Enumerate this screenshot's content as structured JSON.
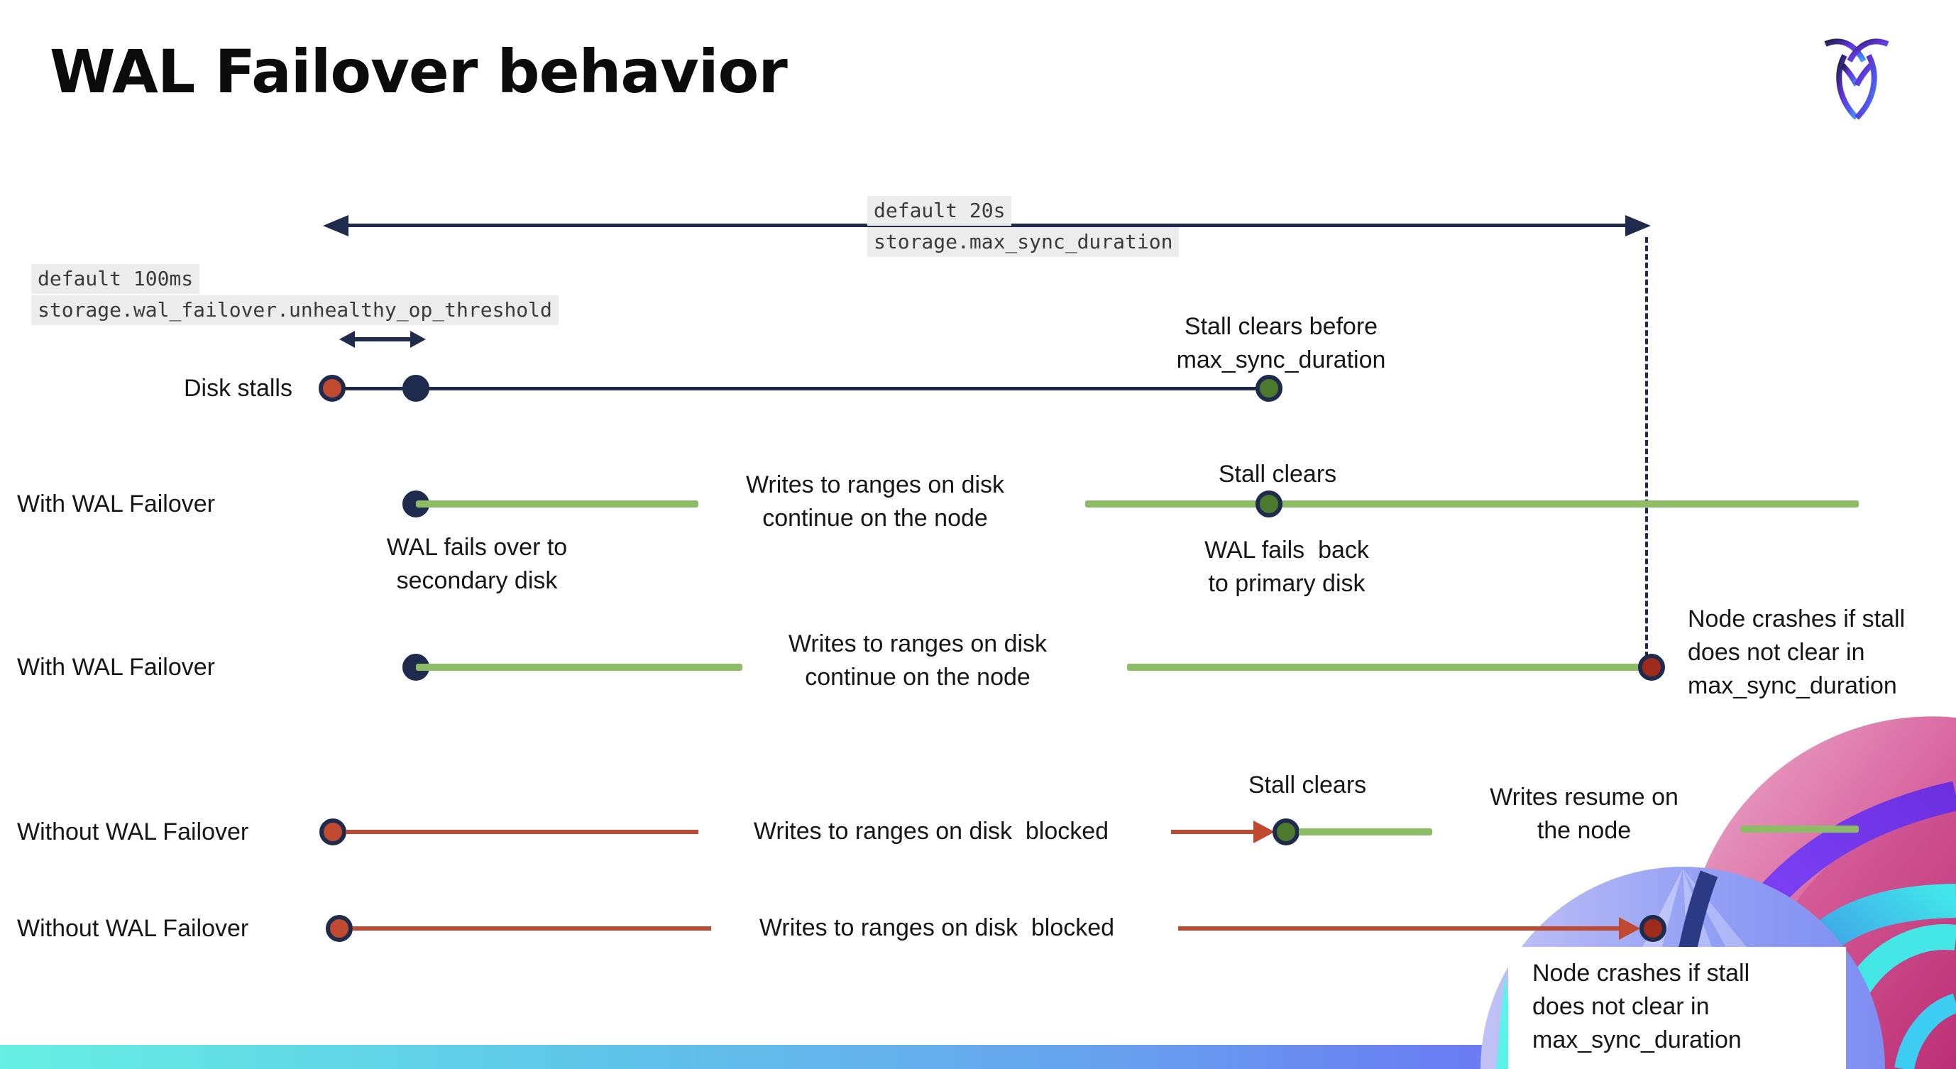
{
  "page": {
    "title": "WAL Failover behavior"
  },
  "settings": {
    "max_sync": {
      "default_label": "default 20s",
      "name": "storage.max_sync_duration"
    },
    "unhealthy_op": {
      "default_label": "default 100ms",
      "name": "storage.wal_failover.unhealthy_op_threshold"
    }
  },
  "rows": [
    {
      "label": "Disk stalls"
    },
    {
      "label": "With WAL Failover"
    },
    {
      "label": "With WAL Failover"
    },
    {
      "label": "Without WAL Failover"
    },
    {
      "label": "Without WAL Failover"
    }
  ],
  "notes": {
    "stall_clears_before": "Stall clears before\nmax_sync_duration",
    "stall_clears": "Stall clears",
    "stall_clears_2": "Stall clears",
    "wal_fails_over": "WAL fails over to\nsecondary disk",
    "wal_fails_back": "WAL fails  back\nto primary disk",
    "writes_continue_1": "Writes to ranges on disk\ncontinue on the node",
    "writes_continue_2": "Writes to ranges on disk\ncontinue on the node",
    "writes_blocked_1": "Writes to ranges on disk  blocked",
    "writes_blocked_2": "Writes to ranges on disk  blocked",
    "writes_resume": "Writes resume on\nthe node",
    "node_crashes_1": "Node crashes if stall\ndoes not clear in\nmax_sync_duration",
    "node_crashes_2": "Node crashes if stall\ndoes not clear in\nmax_sync_duration"
  },
  "colors": {
    "navy": "#1f2b4d",
    "green_line": "#8cbd66",
    "green_dot": "#4c7a2d",
    "red_line": "#c0492f",
    "red_dot": "#c04b31",
    "crash_dot": "#9d2a1a",
    "label_bg": "#ececec",
    "bar_gradient_left": "#66efe2",
    "bar_gradient_right": "#6e51ee"
  },
  "icons": {
    "logo": "cockroachdb-logo",
    "decoration": "roach-arch-illustration"
  }
}
